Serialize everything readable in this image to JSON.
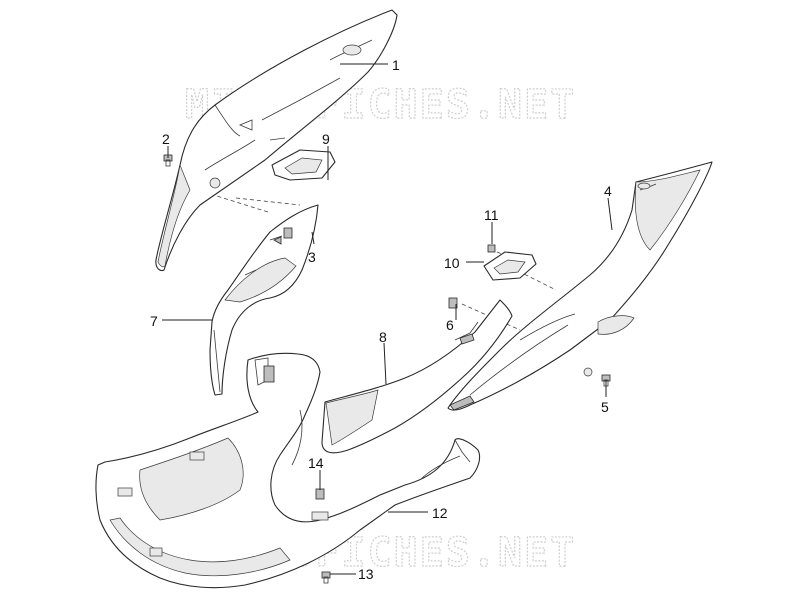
{
  "watermark": "MICROFICHES.NET",
  "callouts": [
    {
      "id": "callout-1",
      "label": "1"
    },
    {
      "id": "callout-2",
      "label": "2"
    },
    {
      "id": "callout-3",
      "label": "3"
    },
    {
      "id": "callout-4",
      "label": "4"
    },
    {
      "id": "callout-5",
      "label": "5"
    },
    {
      "id": "callout-6",
      "label": "6"
    },
    {
      "id": "callout-7",
      "label": "7"
    },
    {
      "id": "callout-8",
      "label": "8"
    },
    {
      "id": "callout-9",
      "label": "9"
    },
    {
      "id": "callout-10",
      "label": "10"
    },
    {
      "id": "callout-11",
      "label": "11"
    },
    {
      "id": "callout-12",
      "label": "12"
    },
    {
      "id": "callout-13",
      "label": "13"
    },
    {
      "id": "callout-14",
      "label": "14"
    }
  ]
}
